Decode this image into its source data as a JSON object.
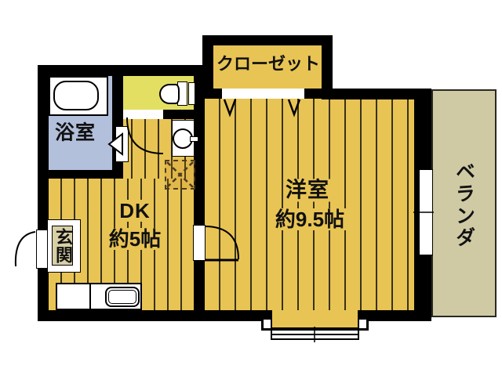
{
  "floorplan": {
    "type": "apartment-floor-plan",
    "rooms": {
      "bathroom": {
        "label": "浴室"
      },
      "closet": {
        "label": "クローゼット"
      },
      "western_room": {
        "label": "洋室",
        "size": "約9.5帖"
      },
      "dining_kitchen": {
        "label": "DK",
        "size": "約5帖"
      },
      "entrance": {
        "label": "玄関"
      },
      "veranda": {
        "label": "ベランダ"
      }
    },
    "colors": {
      "wall": "#000000",
      "floor_wood": "#e8c455",
      "bathroom_floor": "#b3c0db",
      "toilet_floor": "#e3df62",
      "veranda_floor": "#d0caa4",
      "entrance_label_bg": "#d8cfa5",
      "background": "#ffffff"
    },
    "fixtures": [
      "bathtub-icon",
      "toilet-icon",
      "washbasin-icon",
      "washing-machine-pan-icon",
      "kitchen-counter-icon",
      "kitchen-sink-icon",
      "bay-window-icon",
      "sliding-window-icon",
      "entry-door-arc-icon",
      "hinged-door-arc-icon",
      "folding-door-v-icon",
      "bathroom-door-triangle-icon"
    ]
  }
}
